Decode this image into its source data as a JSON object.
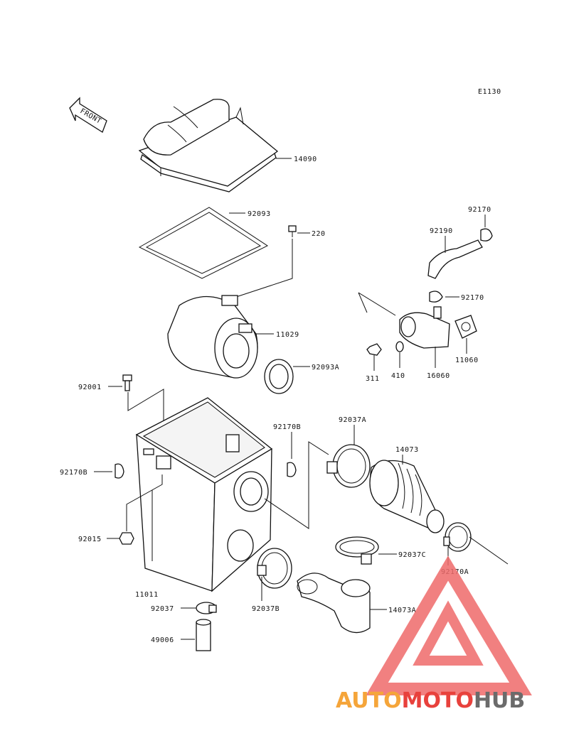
{
  "diagram": {
    "code": "E1130",
    "front_label": "FRONT",
    "parts": [
      {
        "id": "14090"
      },
      {
        "id": "92093"
      },
      {
        "id": "220"
      },
      {
        "id": "11029"
      },
      {
        "id": "92093A"
      },
      {
        "id": "92001"
      },
      {
        "id": "92170B"
      },
      {
        "id": "92170B"
      },
      {
        "id": "92015"
      },
      {
        "id": "11011"
      },
      {
        "id": "92037"
      },
      {
        "id": "49006"
      },
      {
        "id": "92037A"
      },
      {
        "id": "14073"
      },
      {
        "id": "92037C"
      },
      {
        "id": "92170A"
      },
      {
        "id": "92037B"
      },
      {
        "id": "14073A"
      },
      {
        "id": "92170"
      },
      {
        "id": "92190"
      },
      {
        "id": "92170"
      },
      {
        "id": "11060"
      },
      {
        "id": "16060"
      },
      {
        "id": "410"
      },
      {
        "id": "311"
      }
    ]
  },
  "watermark": {
    "part1": "AUTO",
    "part2": "MOTO",
    "part3": "HUB",
    "colors": {
      "orange": "#f5a53a",
      "red": "#e8413c",
      "gray": "#6b6b6b",
      "triangle": "#ef6b6b"
    }
  }
}
